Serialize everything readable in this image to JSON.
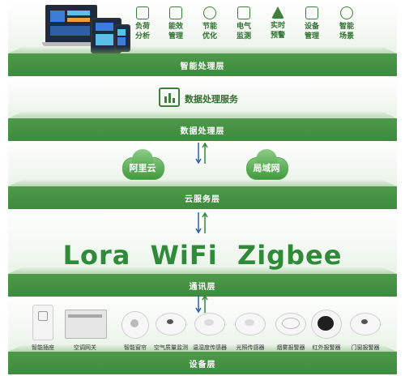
{
  "layers": {
    "application": "智能处理层",
    "data": "数据处理层",
    "cloud": "云服务层",
    "comm": "通讯层",
    "device": "设备层"
  },
  "features": [
    {
      "line1": "负荷",
      "line2": "分析",
      "icon": "chart-icon"
    },
    {
      "line1": "能效",
      "line2": "管理",
      "icon": "efficiency-icon"
    },
    {
      "line1": "节能",
      "line2": "优化",
      "icon": "gear-icon"
    },
    {
      "line1": "电气",
      "line2": "监测",
      "icon": "monitor-icon"
    },
    {
      "line1": "实时",
      "line2": "预警",
      "icon": "warning-icon"
    },
    {
      "line1": "设备",
      "line2": "管理",
      "icon": "device-list-icon"
    },
    {
      "line1": "智能",
      "line2": "场景",
      "icon": "cloud-settings-icon"
    }
  ],
  "data_service": "数据处理服务",
  "clouds": {
    "left": "阿里云",
    "right": "局域网"
  },
  "protocols": "Lora  WiFi  Zigbee",
  "devices": [
    "智能插座",
    "空调网关",
    "智能窗帘",
    "空气质量监测",
    "温湿度传感器",
    "光照传感器",
    "烟雾报警器",
    "红外报警器",
    "门窗报警器"
  ],
  "colors": {
    "brand_green": "#3f8a3d",
    "text_green": "#2f6f2e"
  }
}
